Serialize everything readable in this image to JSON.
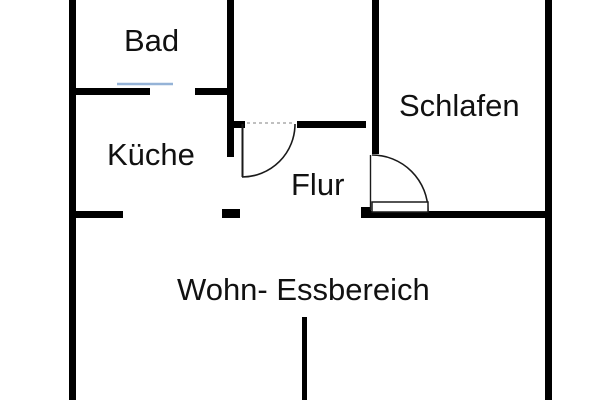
{
  "rooms": [
    {
      "id": "bad",
      "label": "Bad"
    },
    {
      "id": "kueche",
      "label": "Küche"
    },
    {
      "id": "flur",
      "label": "Flur"
    },
    {
      "id": "schlafen",
      "label": "Schlafen"
    },
    {
      "id": "wohn_essbereich",
      "label": "Wohn- Essbereich"
    }
  ],
  "colors": {
    "wall": "#000000",
    "door_line": "#1a1a1a",
    "door_swing_reference": "#9a9a9a",
    "window_line": "#95b3d7",
    "background": "#ffffff"
  }
}
